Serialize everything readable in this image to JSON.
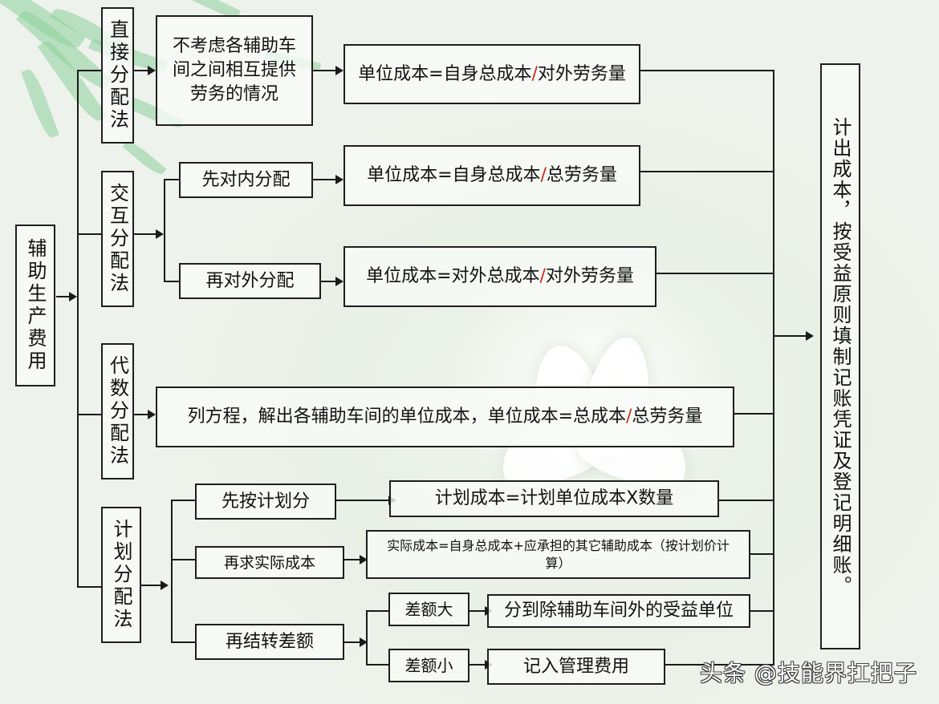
{
  "root": {
    "label": "辅助生产费用"
  },
  "methods": [
    {
      "label": "直接分配法"
    },
    {
      "label": "交互分配法"
    },
    {
      "label": "代数分配法"
    },
    {
      "label": "计划分配法"
    }
  ],
  "direct": {
    "condition": "不考虑各辅助车间之间相互提供劳务的情况",
    "formula": {
      "pre": "单位成本=自身总成本",
      "slash": "/",
      "post": "对外劳务量"
    }
  },
  "interactive": {
    "step1": {
      "label": "先对内分配",
      "formula": {
        "pre": "单位成本=自身总成本",
        "slash": "/",
        "post": "总劳务量"
      }
    },
    "step2": {
      "label": "再对外分配",
      "formula": {
        "pre": "单位成本=对外总成本",
        "slash": "/",
        "post": "对外劳务量"
      }
    }
  },
  "algebraic": {
    "formula": {
      "pre": "列方程，解出各辅助车间的单位成本，单位成本=总成本",
      "slash": "/",
      "post": "总劳务量"
    }
  },
  "planned": {
    "step1": {
      "label": "先按计划分",
      "formula": "计划成本=计划单位成本X数量"
    },
    "step2": {
      "label": "再求实际成本",
      "formula": "实际成本=自身总成本+应承担的其它辅助成本（按计划价计算）"
    },
    "step3": {
      "label": "再结转差额",
      "large": {
        "label": "差额大",
        "action": "分到除辅助车间外的受益单位"
      },
      "small": {
        "label": "差额小",
        "action": "记入管理费用"
      }
    }
  },
  "result": {
    "label": "计出成本，按受益原则填制记账凭证及登记明细账。"
  },
  "watermark": "头条 @技能界扛把子",
  "colors": {
    "slash": "#cc2a1a",
    "border": "#1e1e1e",
    "background": "#eef2ec"
  }
}
